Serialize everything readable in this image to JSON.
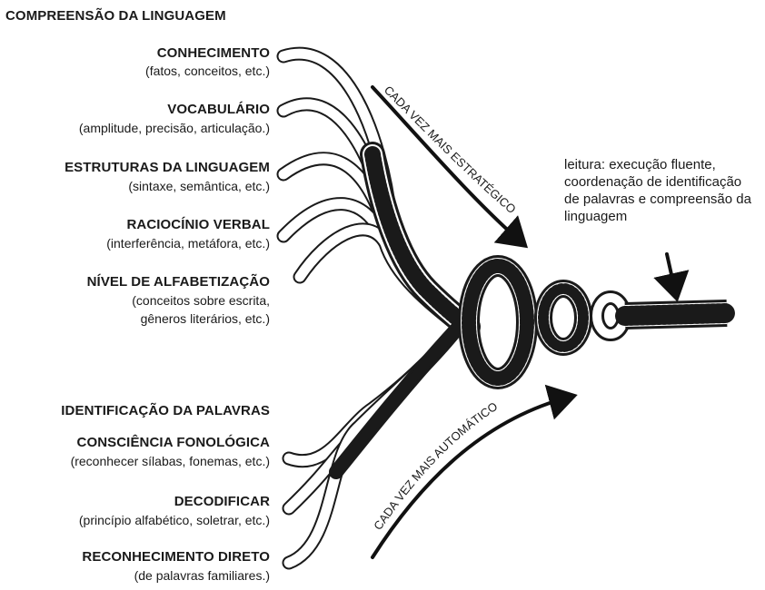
{
  "language_comprehension": {
    "heading": "COMPREENSÃO DA LINGUAGEM",
    "strands": [
      {
        "title": "CONHECIMENTO",
        "detail": "(fatos, conceitos, etc.)"
      },
      {
        "title": "VOCABULÁRIO",
        "detail": "(amplitude, precisão, articulação.)"
      },
      {
        "title": "ESTRUTURAS DA LINGUAGEM",
        "detail": "(sintaxe, semântica, etc.)"
      },
      {
        "title": "RACIOCÍNIO VERBAL",
        "detail": "(interferência, metáfora, etc.)"
      },
      {
        "title": "NÍVEL DE ALFABETIZAÇÃO",
        "detail_lines": [
          "(conceitos sobre escrita,",
          "gêneros literários, etc.)"
        ]
      }
    ]
  },
  "word_recognition": {
    "heading": "IDENTIFICAÇÃO DA PALAVRAS",
    "strands": [
      {
        "title": "CONSCIÊNCIA FONOLÓGICA",
        "detail": "(reconhecer sílabas, fonemas, etc.)"
      },
      {
        "title": "DECODIFICAR",
        "detail": "(princípio alfabético, soletrar, etc.)"
      },
      {
        "title": "RECONHECIMENTO DIRETO",
        "detail": "(de palavras familiares.)"
      }
    ]
  },
  "arrows": {
    "strategic": "CADA VEZ MAIS ESTRATÉGICO",
    "automatic": "CADA VEZ MAIS AUTOMÁTICO"
  },
  "outcome": {
    "text": "leitura: execução fluente, coordenação de identificação de palavras e compreensão da linguagem"
  },
  "colors": {
    "ink": "#1a1a1a",
    "background": "#ffffff"
  }
}
